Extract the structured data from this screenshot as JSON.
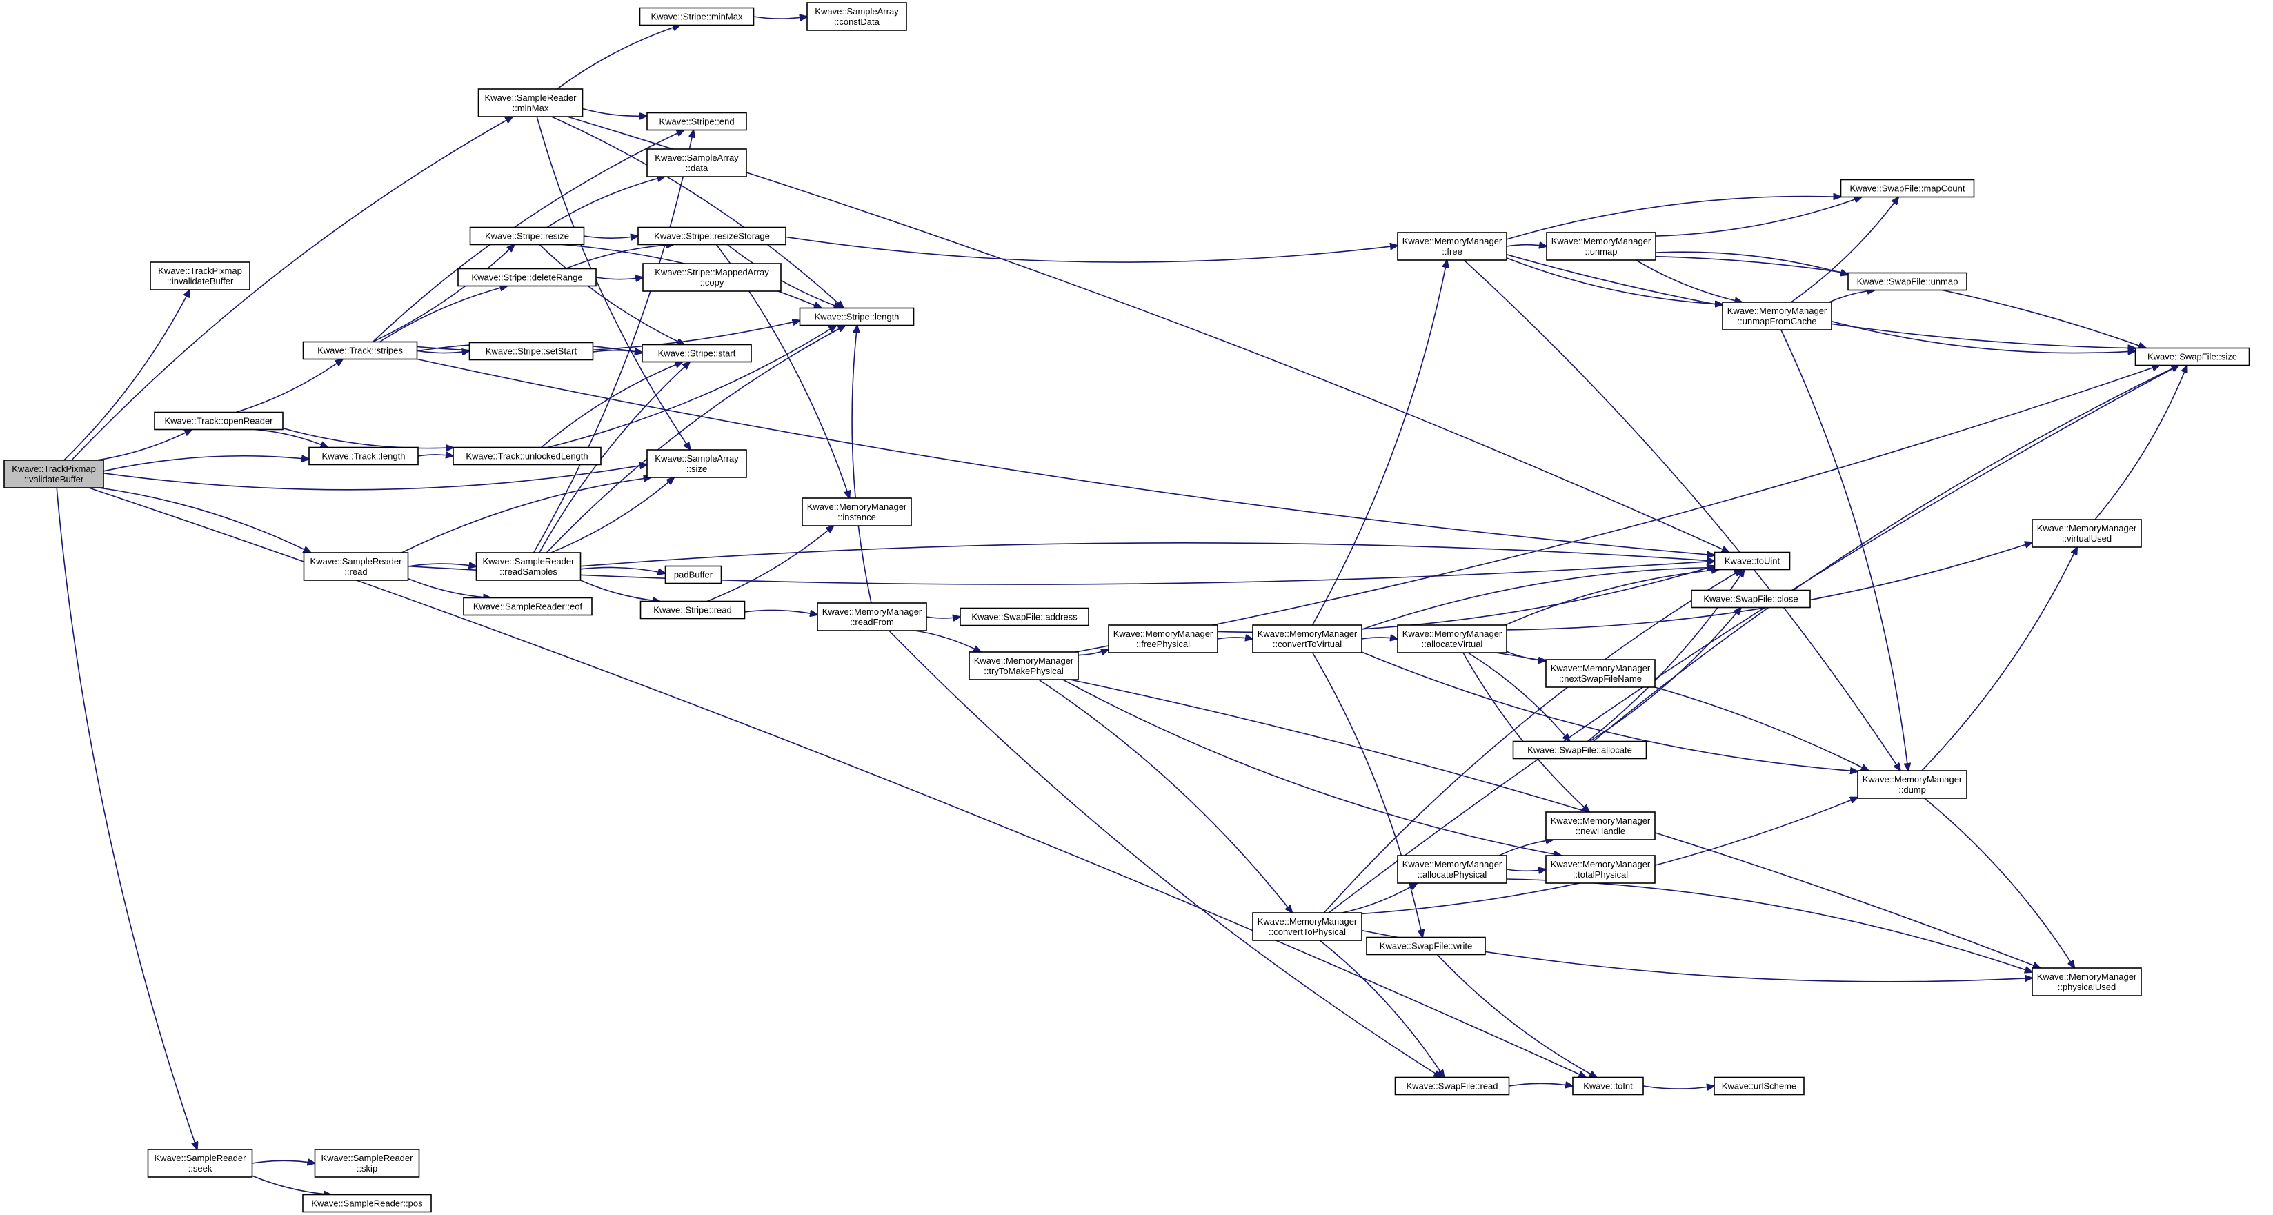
{
  "diagram": {
    "type": "call-graph",
    "colors": {
      "edge": "#191970",
      "root_fill": "#bfbfbf",
      "node_fill": "#ffffff",
      "border": "#000000"
    },
    "nodes": [
      {
        "id": "root",
        "lines": [
          "Kwave::TrackPixmap",
          "::validateBuffer"
        ],
        "root": true
      },
      {
        "id": "tp_invalidate",
        "lines": [
          "Kwave::TrackPixmap",
          "::invalidateBuffer"
        ]
      },
      {
        "id": "track_openReader",
        "lines": [
          "Kwave::Track::openReader"
        ]
      },
      {
        "id": "track_stripes",
        "lines": [
          "Kwave::Track::stripes"
        ]
      },
      {
        "id": "track_length",
        "lines": [
          "Kwave::Track::length"
        ]
      },
      {
        "id": "track_unlockedLength",
        "lines": [
          "Kwave::Track::unlockedLength"
        ]
      },
      {
        "id": "sr_minMax",
        "lines": [
          "Kwave::SampleReader",
          "::minMax"
        ]
      },
      {
        "id": "stripe_minMax",
        "lines": [
          "Kwave::Stripe::minMax"
        ]
      },
      {
        "id": "sa_constData",
        "lines": [
          "Kwave::SampleArray",
          "::constData"
        ]
      },
      {
        "id": "stripe_end",
        "lines": [
          "Kwave::Stripe::end"
        ]
      },
      {
        "id": "sa_data",
        "lines": [
          "Kwave::SampleArray",
          "::data"
        ]
      },
      {
        "id": "stripe_resize",
        "lines": [
          "Kwave::Stripe::resize"
        ]
      },
      {
        "id": "stripe_resizeStorage",
        "lines": [
          "Kwave::Stripe::resizeStorage"
        ]
      },
      {
        "id": "stripe_deleteRange",
        "lines": [
          "Kwave::Stripe::deleteRange"
        ]
      },
      {
        "id": "ma_copy",
        "lines": [
          "Kwave::Stripe::MappedArray",
          "::copy"
        ]
      },
      {
        "id": "stripe_length",
        "lines": [
          "Kwave::Stripe::length"
        ]
      },
      {
        "id": "stripe_setStart",
        "lines": [
          "Kwave::Stripe::setStart"
        ]
      },
      {
        "id": "stripe_start",
        "lines": [
          "Kwave::Stripe::start"
        ]
      },
      {
        "id": "sa_size",
        "lines": [
          "Kwave::SampleArray",
          "::size"
        ]
      },
      {
        "id": "mm_instance",
        "lines": [
          "Kwave::MemoryManager",
          "::instance"
        ]
      },
      {
        "id": "sr_read",
        "lines": [
          "Kwave::SampleReader",
          "::read"
        ]
      },
      {
        "id": "sr_readSamples",
        "lines": [
          "Kwave::SampleReader",
          "::readSamples"
        ]
      },
      {
        "id": "padBuffer",
        "lines": [
          "padBuffer"
        ]
      },
      {
        "id": "sr_eof",
        "lines": [
          "Kwave::SampleReader::eof"
        ]
      },
      {
        "id": "stripe_read",
        "lines": [
          "Kwave::Stripe::read"
        ]
      },
      {
        "id": "mm_readFrom",
        "lines": [
          "Kwave::MemoryManager",
          "::readFrom"
        ]
      },
      {
        "id": "sf_address",
        "lines": [
          "Kwave::SwapFile::address"
        ]
      },
      {
        "id": "mm_tryToMakePhysical",
        "lines": [
          "Kwave::MemoryManager",
          "::tryToMakePhysical"
        ]
      },
      {
        "id": "mm_freePhysical",
        "lines": [
          "Kwave::MemoryManager",
          "::freePhysical"
        ]
      },
      {
        "id": "mm_convertToVirtual",
        "lines": [
          "Kwave::MemoryManager",
          "::convertToVirtual"
        ]
      },
      {
        "id": "mm_allocateVirtual",
        "lines": [
          "Kwave::MemoryManager",
          "::allocateVirtual"
        ]
      },
      {
        "id": "mm_nextSwapFileName",
        "lines": [
          "Kwave::MemoryManager",
          "::nextSwapFileName"
        ]
      },
      {
        "id": "sf_allocate",
        "lines": [
          "Kwave::SwapFile::allocate"
        ]
      },
      {
        "id": "mm_newHandle",
        "lines": [
          "Kwave::MemoryManager",
          "::newHandle"
        ]
      },
      {
        "id": "mm_allocatePhysical",
        "lines": [
          "Kwave::MemoryManager",
          "::allocatePhysical"
        ]
      },
      {
        "id": "mm_totalPhysical",
        "lines": [
          "Kwave::MemoryManager",
          "::totalPhysical"
        ]
      },
      {
        "id": "mm_convertToPhysical",
        "lines": [
          "Kwave::MemoryManager",
          "::convertToPhysical"
        ]
      },
      {
        "id": "sf_write",
        "lines": [
          "Kwave::SwapFile::write"
        ]
      },
      {
        "id": "sf_read",
        "lines": [
          "Kwave::SwapFile::read"
        ]
      },
      {
        "id": "toInt",
        "lines": [
          "Kwave::toInt"
        ]
      },
      {
        "id": "urlScheme",
        "lines": [
          "Kwave::urlScheme"
        ]
      },
      {
        "id": "mm_free",
        "lines": [
          "Kwave::MemoryManager",
          "::free"
        ]
      },
      {
        "id": "mm_unmap",
        "lines": [
          "Kwave::MemoryManager",
          "::unmap"
        ]
      },
      {
        "id": "mm_unmapFromCache",
        "lines": [
          "Kwave::MemoryManager",
          "::unmapFromCache"
        ]
      },
      {
        "id": "sf_mapCount",
        "lines": [
          "Kwave::SwapFile::mapCount"
        ]
      },
      {
        "id": "sf_unmap",
        "lines": [
          "Kwave::SwapFile::unmap"
        ]
      },
      {
        "id": "sf_size",
        "lines": [
          "Kwave::SwapFile::size"
        ]
      },
      {
        "id": "toUint",
        "lines": [
          "Kwave::toUint"
        ]
      },
      {
        "id": "sf_close",
        "lines": [
          "Kwave::SwapFile::close"
        ]
      },
      {
        "id": "mm_dump",
        "lines": [
          "Kwave::MemoryManager",
          "::dump"
        ]
      },
      {
        "id": "mm_virtualUsed",
        "lines": [
          "Kwave::MemoryManager",
          "::virtualUsed"
        ]
      },
      {
        "id": "mm_physicalUsed",
        "lines": [
          "Kwave::MemoryManager",
          "::physicalUsed"
        ]
      },
      {
        "id": "sr_seek",
        "lines": [
          "Kwave::SampleReader",
          "::seek"
        ]
      },
      {
        "id": "sr_skip",
        "lines": [
          "Kwave::SampleReader",
          "::skip"
        ]
      },
      {
        "id": "sr_pos",
        "lines": [
          "Kwave::SampleReader::pos"
        ]
      }
    ],
    "edges": [
      [
        "root",
        "tp_invalidate"
      ],
      [
        "root",
        "sr_minMax"
      ],
      [
        "root",
        "track_openReader"
      ],
      [
        "root",
        "track_length"
      ],
      [
        "root",
        "sa_size"
      ],
      [
        "root",
        "sr_read"
      ],
      [
        "root",
        "sr_seek"
      ],
      [
        "root",
        "toInt"
      ],
      [
        "track_openReader",
        "track_stripes"
      ],
      [
        "track_openReader",
        "track_length"
      ],
      [
        "track_openReader",
        "track_unlockedLength"
      ],
      [
        "track_length",
        "track_unlockedLength"
      ],
      [
        "track_stripes",
        "stripe_resize"
      ],
      [
        "track_stripes",
        "stripe_deleteRange"
      ],
      [
        "track_stripes",
        "stripe_setStart"
      ],
      [
        "track_stripes",
        "stripe_start"
      ],
      [
        "track_stripes",
        "stripe_length"
      ],
      [
        "track_stripes",
        "stripe_end"
      ],
      [
        "track_stripes",
        "toUint"
      ],
      [
        "track_unlockedLength",
        "stripe_start"
      ],
      [
        "track_unlockedLength",
        "stripe_length"
      ],
      [
        "sr_minMax",
        "stripe_minMax"
      ],
      [
        "sr_minMax",
        "stripe_end"
      ],
      [
        "sr_minMax",
        "stripe_length"
      ],
      [
        "sr_minMax",
        "sa_size"
      ],
      [
        "sr_minMax",
        "toUint"
      ],
      [
        "stripe_minMax",
        "sa_constData"
      ],
      [
        "stripe_resize",
        "sa_data"
      ],
      [
        "stripe_resize",
        "stripe_resizeStorage"
      ],
      [
        "stripe_resize",
        "stripe_length"
      ],
      [
        "stripe_resize",
        "stripe_start"
      ],
      [
        "stripe_deleteRange",
        "stripe_resizeStorage"
      ],
      [
        "stripe_deleteRange",
        "ma_copy"
      ],
      [
        "stripe_setStart",
        "stripe_start"
      ],
      [
        "stripe_resizeStorage",
        "stripe_length"
      ],
      [
        "stripe_resizeStorage",
        "mm_instance"
      ],
      [
        "stripe_resizeStorage",
        "mm_free"
      ],
      [
        "sr_read",
        "sr_readSamples"
      ],
      [
        "sr_read",
        "sr_eof"
      ],
      [
        "sr_read",
        "sa_size"
      ],
      [
        "sr_read",
        "toUint"
      ],
      [
        "sr_readSamples",
        "padBuffer"
      ],
      [
        "sr_readSamples",
        "stripe_read"
      ],
      [
        "sr_readSamples",
        "stripe_start"
      ],
      [
        "sr_readSamples",
        "stripe_end"
      ],
      [
        "sr_readSamples",
        "stripe_length"
      ],
      [
        "sr_readSamples",
        "sa_size"
      ],
      [
        "sr_readSamples",
        "toUint"
      ],
      [
        "stripe_read",
        "mm_instance"
      ],
      [
        "stripe_read",
        "mm_readFrom"
      ],
      [
        "mm_readFrom",
        "sf_address"
      ],
      [
        "mm_readFrom",
        "mm_tryToMakePhysical"
      ],
      [
        "mm_readFrom",
        "sf_read"
      ],
      [
        "mm_readFrom",
        "stripe_length"
      ],
      [
        "mm_tryToMakePhysical",
        "mm_freePhysical"
      ],
      [
        "mm_tryToMakePhysical",
        "mm_convertToPhysical"
      ],
      [
        "mm_tryToMakePhysical",
        "mm_totalPhysical"
      ],
      [
        "mm_tryToMakePhysical",
        "mm_physicalUsed"
      ],
      [
        "mm_tryToMakePhysical",
        "sf_size"
      ],
      [
        "mm_freePhysical",
        "mm_convertToVirtual"
      ],
      [
        "mm_freePhysical",
        "toUint"
      ],
      [
        "mm_convertToVirtual",
        "mm_allocateVirtual"
      ],
      [
        "mm_convertToVirtual",
        "mm_free"
      ],
      [
        "mm_convertToVirtual",
        "sf_write"
      ],
      [
        "mm_convertToVirtual",
        "mm_dump"
      ],
      [
        "mm_convertToVirtual",
        "toUint"
      ],
      [
        "mm_allocateVirtual",
        "mm_nextSwapFileName"
      ],
      [
        "mm_allocateVirtual",
        "sf_allocate"
      ],
      [
        "mm_allocateVirtual",
        "mm_newHandle"
      ],
      [
        "mm_allocateVirtual",
        "mm_dump"
      ],
      [
        "mm_allocateVirtual",
        "mm_virtualUsed"
      ],
      [
        "mm_allocateVirtual",
        "toUint"
      ],
      [
        "sf_allocate",
        "sf_close"
      ],
      [
        "sf_allocate",
        "sf_size"
      ],
      [
        "sf_allocate",
        "toUint"
      ],
      [
        "mm_allocatePhysical",
        "mm_newHandle"
      ],
      [
        "mm_allocatePhysical",
        "mm_totalPhysical"
      ],
      [
        "mm_allocatePhysical",
        "mm_physicalUsed"
      ],
      [
        "mm_convertToPhysical",
        "mm_allocatePhysical"
      ],
      [
        "mm_convertToPhysical",
        "sf_read"
      ],
      [
        "mm_convertToPhysical",
        "mm_dump"
      ],
      [
        "mm_convertToPhysical",
        "toUint"
      ],
      [
        "mm_convertToPhysical",
        "mm_physicalUsed"
      ],
      [
        "mm_convertToPhysical",
        "sf_size"
      ],
      [
        "sf_write",
        "toInt"
      ],
      [
        "sf_read",
        "toInt"
      ],
      [
        "toInt",
        "urlScheme"
      ],
      [
        "mm_free",
        "mm_unmap"
      ],
      [
        "mm_free",
        "mm_unmapFromCache"
      ],
      [
        "mm_free",
        "sf_mapCount"
      ],
      [
        "mm_free",
        "sf_size"
      ],
      [
        "mm_free",
        "mm_dump"
      ],
      [
        "mm_unmap",
        "sf_mapCount"
      ],
      [
        "mm_unmap",
        "sf_unmap"
      ],
      [
        "mm_unmap",
        "mm_unmapFromCache"
      ],
      [
        "mm_unmap",
        "sf_size"
      ],
      [
        "mm_unmapFromCache",
        "sf_mapCount"
      ],
      [
        "mm_unmapFromCache",
        "sf_unmap"
      ],
      [
        "mm_unmapFromCache",
        "sf_size"
      ],
      [
        "mm_unmapFromCache",
        "mm_dump"
      ],
      [
        "mm_dump",
        "mm_virtualUsed"
      ],
      [
        "mm_dump",
        "mm_physicalUsed"
      ],
      [
        "mm_virtualUsed",
        "sf_size"
      ],
      [
        "sr_seek",
        "sr_skip"
      ],
      [
        "sr_seek",
        "sr_pos"
      ]
    ]
  }
}
